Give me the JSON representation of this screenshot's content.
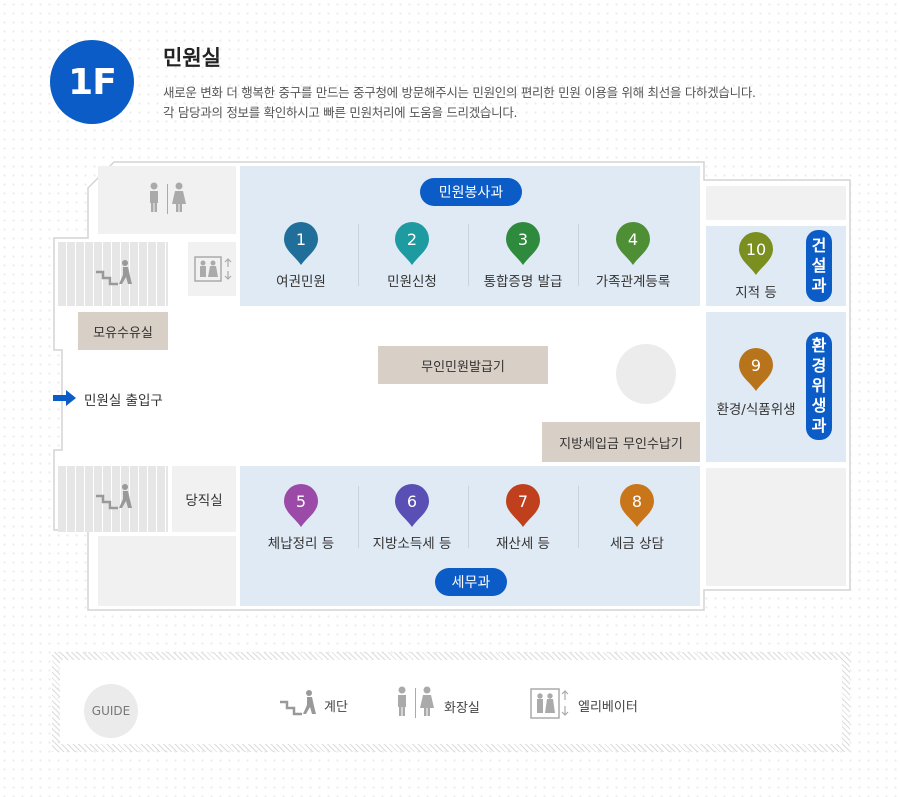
{
  "header": {
    "floor": "1F",
    "title": "민원실",
    "desc_line1": "새로운 변화 더 행복한 중구를 만드는 중구청에 방문해주시는 민원인의 편리한 민원 이용을 위해 최선을 다하겠습니다.",
    "desc_line2": "각 담당과의 정보를 확인하시고 빠른 민원처리에 도움을 드리겠습니다."
  },
  "plan": {
    "top_department": "민원봉사과",
    "bottom_department": "세무과",
    "construction_department": [
      "건",
      "설",
      "과"
    ],
    "environment_department": [
      "환",
      "경",
      "위",
      "생",
      "과"
    ],
    "nursing_room": "모유수유실",
    "kiosk": "무인민원발급기",
    "tax_kiosk": "지방세입금 무인수납기",
    "duty_room": "당직실",
    "entrance": "민원실 출입구",
    "desks_top": [
      {
        "num": "1",
        "label": "여권민원",
        "color": "#1f6f9a"
      },
      {
        "num": "2",
        "label": "민원신청",
        "color": "#1e9aa1"
      },
      {
        "num": "3",
        "label": "통합증명 발급",
        "color": "#2e8b3d"
      },
      {
        "num": "4",
        "label": "가족관계등록",
        "color": "#4e8f35"
      }
    ],
    "desks_bottom": [
      {
        "num": "5",
        "label": "체납정리 등",
        "color": "#9b4aa8"
      },
      {
        "num": "6",
        "label": "지방소득세 등",
        "color": "#5a4fb5"
      },
      {
        "num": "7",
        "label": "재산세 등",
        "color": "#c0401d"
      },
      {
        "num": "8",
        "label": "세금 상담",
        "color": "#c9761b"
      }
    ],
    "desk_10": {
      "num": "10",
      "label": "지적 등",
      "color": "#7a8f1f"
    },
    "desk_9": {
      "num": "9",
      "label": "환경/식품위생",
      "color": "#b8741a"
    }
  },
  "guide": {
    "badge": "GUIDE",
    "stairs": "계단",
    "restroom": "화장실",
    "elevator": "엘리베이터"
  },
  "colors": {
    "accent": "#0b5cc6",
    "blue_room": "#e0eaf4",
    "label_box": "#d8cfc6"
  }
}
